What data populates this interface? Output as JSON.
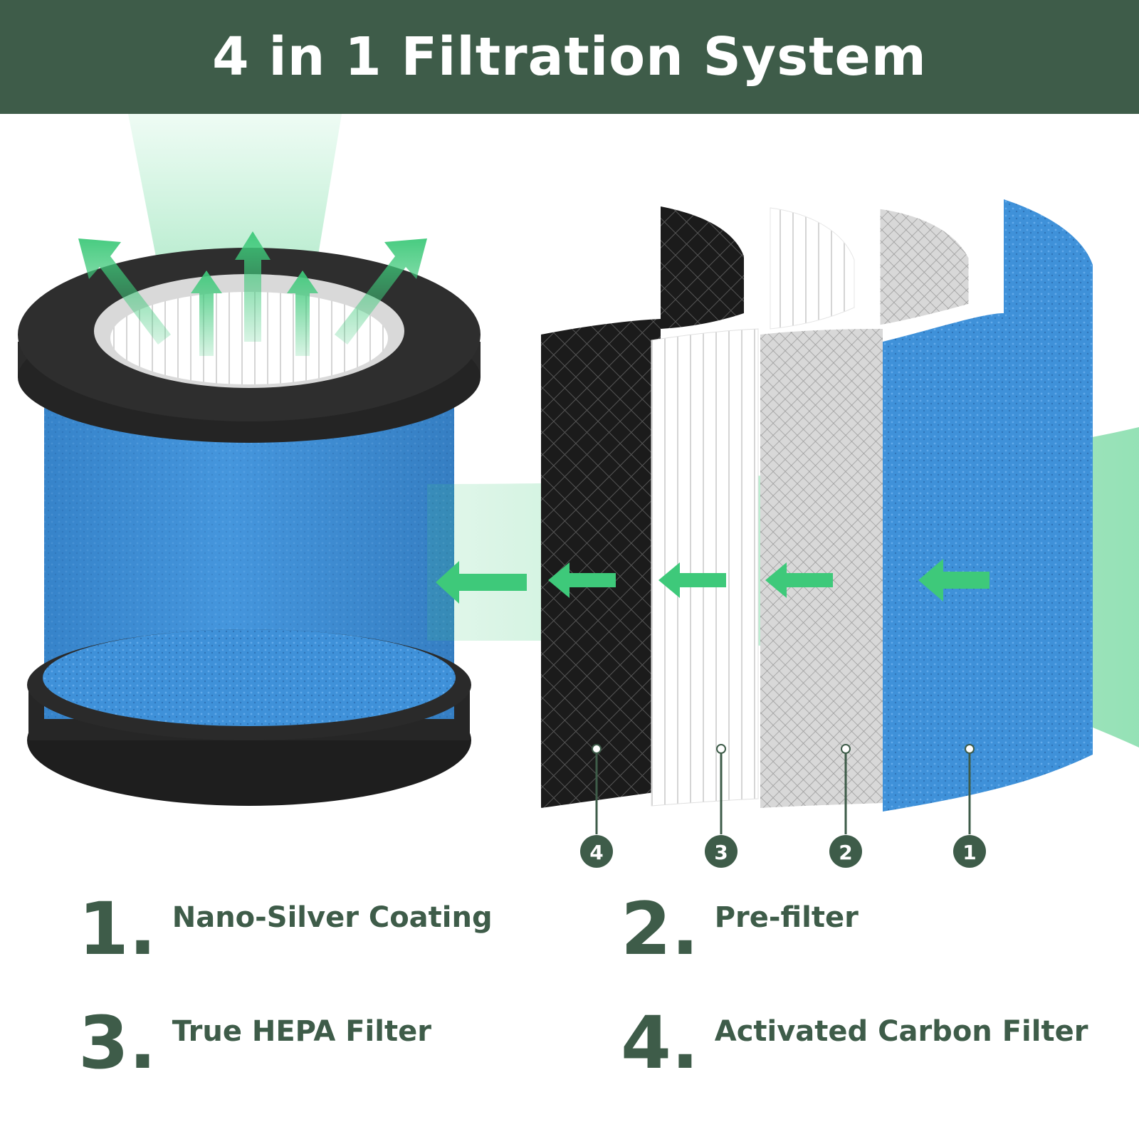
{
  "header": {
    "title": "4 in 1 Filtration System"
  },
  "colors": {
    "banner": "#3e5c49",
    "accent_green": "#3ec97a",
    "filter_blue": "#3a8ad4",
    "frame_black": "#222222"
  },
  "layer_badges": [
    "4",
    "3",
    "2",
    "1"
  ],
  "legend": [
    {
      "number": "1.",
      "label": "Nano-Silver Coating"
    },
    {
      "number": "2.",
      "label": "Pre-filter"
    },
    {
      "number": "3.",
      "label": "True HEPA Filter"
    },
    {
      "number": "4.",
      "label": "Activated Carbon Filter"
    }
  ]
}
